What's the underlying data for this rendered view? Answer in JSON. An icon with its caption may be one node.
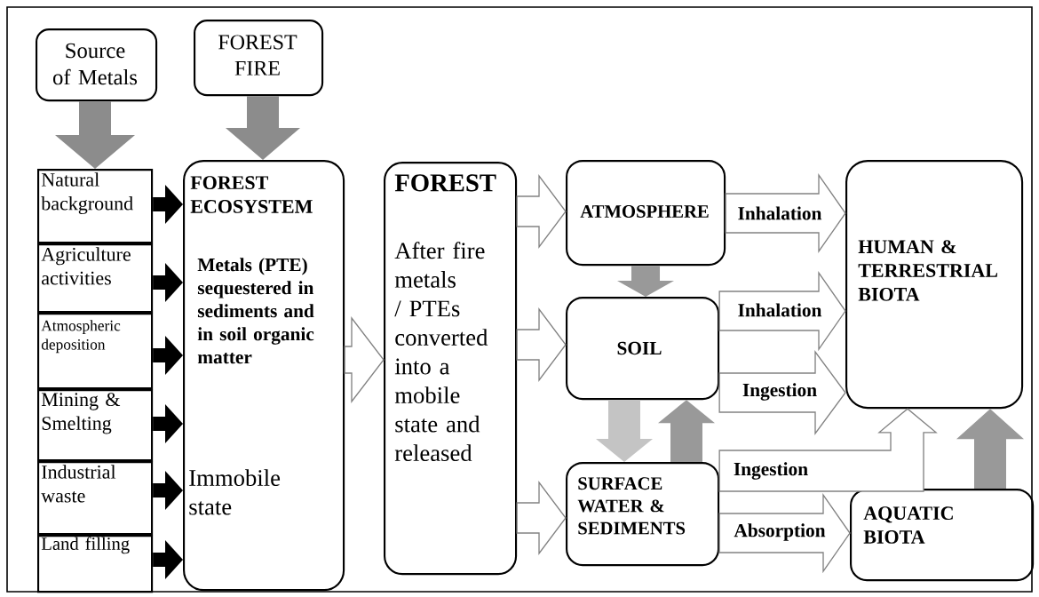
{
  "diagram": {
    "nodes": [
      {
        "text": [
          "Source of Metals"
        ]
      },
      {
        "text": [
          "FOREST FIRE"
        ]
      },
      {
        "text": [
          "Natural background"
        ]
      },
      {
        "text": [
          "Agriculture activities"
        ]
      },
      {
        "text": [
          "Atmospheric deposition"
        ]
      },
      {
        "text": [
          "Mining & Smelting"
        ]
      },
      {
        "text": [
          "Industrial waste"
        ]
      },
      {
        "text": [
          "Land filling"
        ]
      },
      {
        "text": [
          "FOREST ECOSYSTEM",
          "Metals (PTE) sequestered in sediments and in soil organic matter",
          "Immobile state"
        ]
      },
      {
        "text": [
          "FOREST",
          "After fire metals / PTEs converted into a mobile state and released"
        ]
      },
      {
        "text": [
          "ATMOSPHERE"
        ]
      },
      {
        "text": [
          "SOIL"
        ]
      },
      {
        "text": [
          "SURFACE WATER & SEDIMENTS"
        ]
      },
      {
        "text": [
          "HUMAN & TERRESTRIAL BIOTA"
        ]
      },
      {
        "text": [
          "AQUATIC BIOTA"
        ]
      }
    ],
    "edges": [
      {
        "from": 0,
        "to": 2,
        "arrow": "to",
        "color": "#8c8c8c"
      },
      {
        "from": 1,
        "to": 8,
        "arrow": "to",
        "color": "#8c8c8c"
      },
      {
        "from": 2,
        "to": 8,
        "arrow": "to",
        "color": "#000000"
      },
      {
        "from": 3,
        "to": 8,
        "arrow": "to",
        "color": "#000000"
      },
      {
        "from": 4,
        "to": 8,
        "arrow": "to",
        "color": "#000000"
      },
      {
        "from": 5,
        "to": 8,
        "arrow": "to",
        "color": "#000000"
      },
      {
        "from": 6,
        "to": 8,
        "arrow": "to",
        "color": "#000000"
      },
      {
        "from": 7,
        "to": 8,
        "arrow": "to",
        "color": "#000000"
      },
      {
        "from": 8,
        "to": 9,
        "arrow": "to"
      },
      {
        "from": 9,
        "to": 10,
        "arrow": "to"
      },
      {
        "from": 9,
        "to": 11,
        "arrow": "to"
      },
      {
        "from": 9,
        "to": 12,
        "arrow": "to"
      },
      {
        "from": 10,
        "to": 11,
        "arrow": "to",
        "color": "#999999"
      },
      {
        "from": 10,
        "to": 13,
        "arrow": "to",
        "label": "Inhalation"
      },
      {
        "from": 11,
        "to": 13,
        "arrow": "to",
        "label": "Inhalation"
      },
      {
        "from": 11,
        "to": 13,
        "arrow": "to",
        "label": "Ingestion"
      },
      {
        "from": 11,
        "to": 12,
        "arrow": "to",
        "color": "#c4c4c4"
      },
      {
        "from": 12,
        "to": 11,
        "arrow": "to",
        "color": "#999999"
      },
      {
        "from": 12,
        "to": 13,
        "arrow": "to",
        "label": "Ingestion"
      },
      {
        "from": 12,
        "to": 14,
        "arrow": "to",
        "label": "Absorption"
      },
      {
        "from": 14,
        "to": 13,
        "arrow": "to",
        "color": "#999999"
      }
    ]
  }
}
